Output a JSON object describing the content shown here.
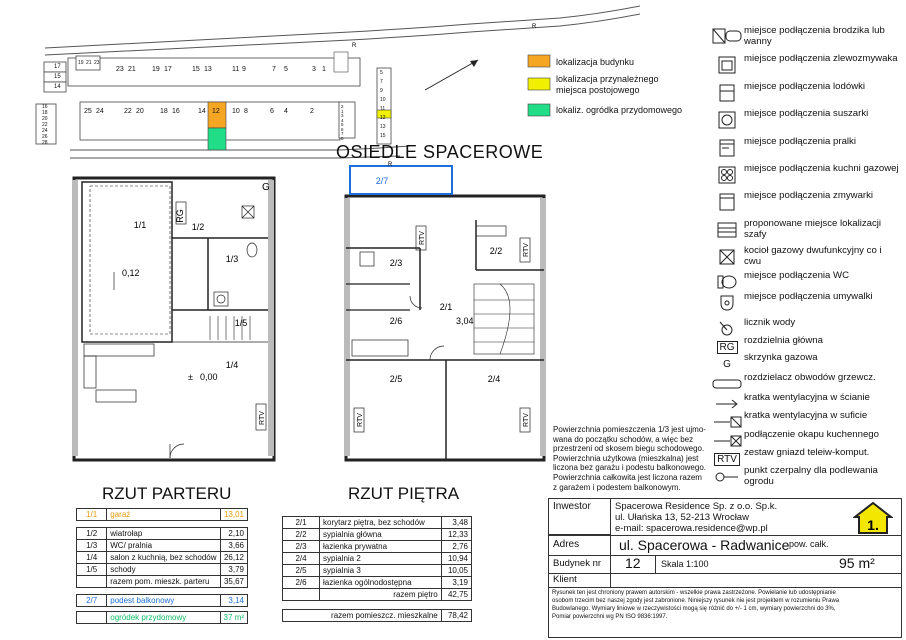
{
  "site": {
    "block_a_top_numbers": [
      "23",
      "21",
      "19",
      "17",
      "15",
      "13",
      "11",
      "9",
      "7",
      "5",
      "3",
      "1"
    ],
    "block_a_stack_numbers": [
      "19",
      "21",
      "23"
    ],
    "block_a_left_numbers": [
      "17",
      "15",
      "14"
    ],
    "block_b_numbers": [
      "25",
      "24",
      "22",
      "20",
      "18",
      "16",
      "14",
      "12",
      "10",
      "8",
      "6",
      "4",
      "2"
    ],
    "block_b_left_numbers": [
      "16",
      "18",
      "20",
      "22",
      "24",
      "26",
      "28"
    ],
    "block_c_numbers": [
      "5",
      "7",
      "9",
      "10",
      "11",
      "12",
      "13",
      "15"
    ],
    "block_d_numbers": [
      "2",
      "1",
      "3",
      "4",
      "5",
      "6",
      "7",
      "8"
    ],
    "road_marks": [
      "R",
      "R",
      "R"
    ],
    "highlight_colors": {
      "building": "#f5a623",
      "parking": "#f0f000",
      "garden": "#22dd88"
    }
  },
  "site_legend": [
    {
      "label": "lokalizacja budynku",
      "color": "#f5a623"
    },
    {
      "label": "lokalizacja przynależnego miejsca postojowego",
      "color": "#f0f000"
    },
    {
      "label": "lokaliz. ogródka przydomowego",
      "color": "#22dd88"
    }
  ],
  "estate_title": "OSIEDLE SPACEROWE",
  "ground_floor": {
    "title": "RZUT PARTERU",
    "rooms": {
      "r11": "1/1",
      "r12": "1/2",
      "r13": "1/3",
      "r14": "1/4",
      "r15": "1/5"
    },
    "labels": {
      "rg": "RG",
      "g": "G",
      "level_garage": "0,12",
      "level_living": "0,00",
      "pm": "±",
      "rtv": "RTV"
    }
  },
  "upper_floor": {
    "title": "RZUT PIĘTRA",
    "rooms": {
      "r21": "2/1",
      "r22": "2/2",
      "r23": "2/3",
      "r24": "2/4",
      "r25": "2/5",
      "r26": "2/6",
      "r27": "2/7"
    },
    "labels": {
      "level": "3,04",
      "rtv1": "RTV",
      "rtv2": "RTV",
      "rtv3": "RTV",
      "rtv4": "RTV"
    }
  },
  "legend": [
    {
      "icon": "shower-icon",
      "label": "miejsce podłączenia brodzika lub wanny"
    },
    {
      "icon": "sink-icon",
      "label": "miejsce podłączenia zlewozmywaka"
    },
    {
      "icon": "fridge-icon",
      "label": "miejsce podłączenia lodówki"
    },
    {
      "icon": "dryer-icon",
      "label": "miejsce podłączenia suszarki"
    },
    {
      "icon": "washer-icon",
      "label": "miejsce podłączenia pralki"
    },
    {
      "icon": "gas-stove-icon",
      "label": "miejsce podłączenia kuchni gazowej"
    },
    {
      "icon": "dishwasher-icon",
      "label": "miejsce podłączenia zmywarki"
    },
    {
      "icon": "wardrobe-icon",
      "label": "proponowane miejsce lokalizacji szafy"
    },
    {
      "icon": "boiler-icon",
      "label": "kocioł gazowy dwufunkcyjny co i cwu"
    },
    {
      "icon": "wc-icon",
      "label": "miejsce podłączenia WC"
    },
    {
      "icon": "washbasin-icon",
      "label": "miejsce podłączenia umywalki"
    },
    {
      "icon": "water-meter-icon",
      "label": "licznik wody"
    },
    {
      "icon": "rg-icon",
      "symbol": "RG",
      "label": "rozdzielnia główna"
    },
    {
      "icon": "gas-box-icon",
      "symbol": "G",
      "label": "skrzynka gazowa"
    },
    {
      "icon": "distribution-box-icon",
      "label": "rozdzielacz obwodów grzewcz."
    },
    {
      "icon": "wall-vent-icon",
      "label": "kratka wentylacyjna w ścianie"
    },
    {
      "icon": "ceiling-vent-icon",
      "label": "kratka wentylacyjna w suficie"
    },
    {
      "icon": "hood-vent-icon",
      "label": "podłączenie okapu kuchennego"
    },
    {
      "icon": "rtv-icon",
      "symbol": "RTV",
      "label": "zestaw gniazd teleiw-komput."
    },
    {
      "icon": "tap-icon",
      "label": "punkt czerpalny dla podlewania ogrodu"
    }
  ],
  "note": [
    "Powierzchnia pomieszczenia 1/3 jest ujmo-",
    "wana do początku schodów, a więc bez",
    "przestrzeni od skosem biegu schodowego.",
    "Powierzchnia użytkowa (mieszkalna) jest",
    "liczona bez garażu i podestu balkonowego.",
    "Powierzchnia całkowita jest liczona razem",
    "z garażem i podestem balkonowym."
  ],
  "ground_table": {
    "garage": {
      "code": "1/1",
      "name": "garaż",
      "area": "13,01"
    },
    "rows": [
      {
        "code": "1/2",
        "name": "wiatrołap",
        "area": "2,10"
      },
      {
        "code": "1/3",
        "name": "WC/ pralnia",
        "area": "3,66"
      },
      {
        "code": "1/4",
        "name": "salon z kuchnią, bez schodów",
        "area": "26,12"
      },
      {
        "code": "1/5",
        "name": "schody",
        "area": "3,79"
      }
    ],
    "total": {
      "name": "razem pom. mieszk. parteru",
      "area": "35,67"
    },
    "balcony": {
      "code": "2/7",
      "name": "podest balkonowy",
      "area": "3,14"
    },
    "garden": {
      "name": "ogródek przydomowy",
      "area": "37 m²"
    }
  },
  "upper_table": {
    "rows": [
      {
        "code": "2/1",
        "name": "korytarz piętra, bez schodów",
        "area": "3,48"
      },
      {
        "code": "2/2",
        "name": "sypialnia główna",
        "area": "12,33"
      },
      {
        "code": "2/3",
        "name": "łazienka prywatna",
        "area": "2,76"
      },
      {
        "code": "2/4",
        "name": "sypialnia 2",
        "area": "10,94"
      },
      {
        "code": "2/5",
        "name": "sypialnia 3",
        "area": "10,05"
      },
      {
        "code": "2/6",
        "name": "łazienka ogólnodostępna",
        "area": "3,19"
      }
    ],
    "total": {
      "name": "razem piętro",
      "area": "42,75"
    },
    "grand_total": {
      "name": "razem pomieszcz. mieszkalne",
      "area": "78,42"
    }
  },
  "title_block": {
    "investor_label": "Inwestor",
    "investor_lines": [
      "Spacerowa Residence Sp. z o.o. Sp.k.",
      "ul. Ułańska 13, 52-213 Wrocław",
      "e-mail:  spacerowa.residence@wp.pl"
    ],
    "logo_text": "1.",
    "address_label": "Adres",
    "address": "ul. Spacerowa - Radwanice",
    "area_label": "pow. całk.",
    "building_label": "Budynek nr",
    "building_no": "12",
    "scale": "Skala 1:100",
    "area": "95 m²",
    "client_label": "Klient",
    "disclaimer": [
      "Rysunek ten jest chroniony prawem autorskim - wszelkie prawa zastrzeżone. Powielanie lub udostępnianie",
      "osobom trzecim bez naszej zgody jest zabronione. Niniejszy rysunek nie jest projektem w rozumieniu Prawa",
      "Budowlanego. Wymiary liniowe w rzeczywistości mogą się różnić do +/- 1 cm, wymiary powierzchni do 3%,",
      "Pomiar powierzchni wg PN ISO 9836:1997."
    ]
  }
}
